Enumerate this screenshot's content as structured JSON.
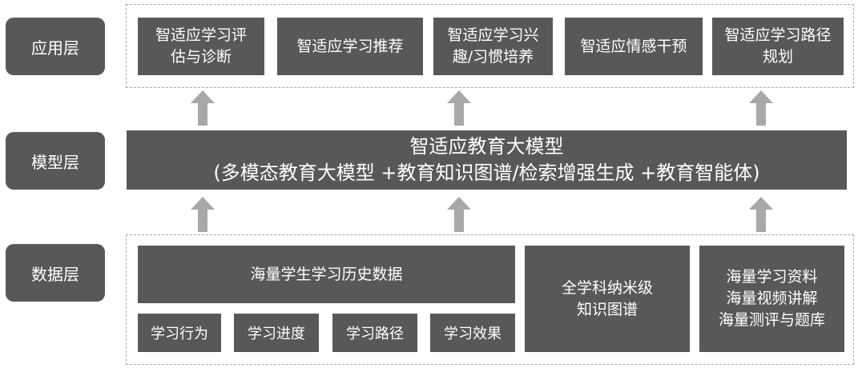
{
  "layers": {
    "application": "应用层",
    "model": "模型层",
    "data": "数据层"
  },
  "application_boxes": [
    {
      "lines": [
        "智适应学习评",
        "估与诊断"
      ]
    },
    {
      "lines": [
        "智适应学习推荐"
      ]
    },
    {
      "lines": [
        "智适应学习兴",
        "趣/习惯培养"
      ]
    },
    {
      "lines": [
        "智适应情感干预"
      ]
    },
    {
      "lines": [
        "智适应学习路径",
        "规划"
      ]
    }
  ],
  "model_box": {
    "title": "智适应教育大模型",
    "subtitle": "(多模态教育大模型 +教育知识图谱/检索增强生成 +教育智能体)"
  },
  "data_layer": {
    "history": "海量学生学习历史数据",
    "history_items": [
      "学习行为",
      "学习进度",
      "学习路径",
      "学习效果"
    ],
    "knowledge_graph": [
      "全学科纳米级",
      "知识图谱"
    ],
    "resources": [
      "海量学习资料",
      "海量视频讲解",
      "海量测评与题库"
    ]
  },
  "colors": {
    "box_fill": "#585858",
    "arrow_fill": "#a8a8a8",
    "dash_border": "#aaaaaa"
  }
}
